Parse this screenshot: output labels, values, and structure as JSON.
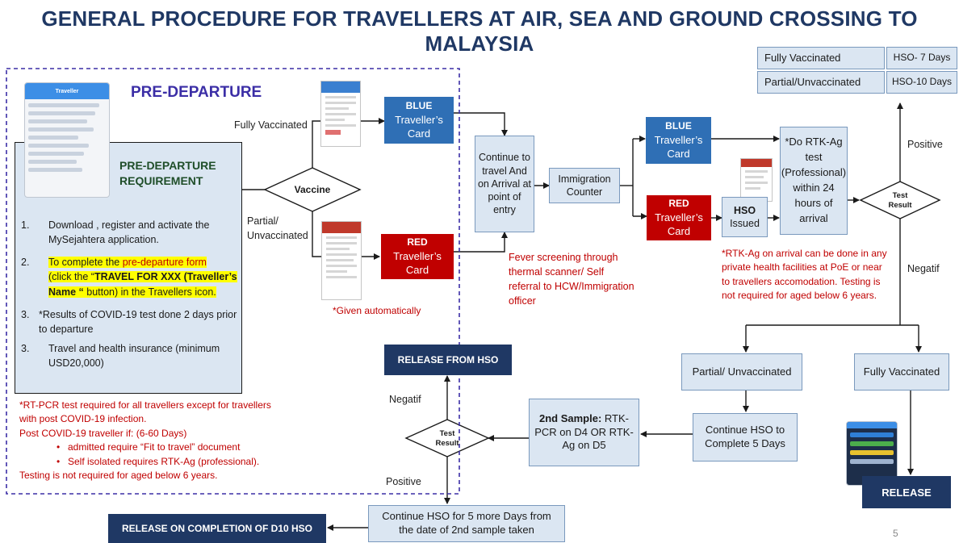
{
  "title": "GENERAL PROCEDURE FOR TRAVELLERS AT AIR, SEA AND GROUND CROSSING TO MALAYSIA",
  "hso_table": [
    {
      "status": "Fully Vaccinated",
      "duration": "HSO- 7 Days"
    },
    {
      "status": "Partial/Unvaccinated",
      "duration": "HSO-10 Days"
    }
  ],
  "predeparture": {
    "heading": "PRE-DEPARTURE",
    "phone_title": "Traveller",
    "requirement_line1": "PRE-DEPARTURE",
    "requirement_line2": "REQUIREMENT",
    "step1_num": "1.",
    "step1_text": "Download , register and activate the MySejahtera application.",
    "step2_num": "2.",
    "step2_a": "To complete the ",
    "step2_b": "pre-departure form",
    "step2_c": "(click the  “",
    "step2_d": "TRAVEL FOR XXX (Traveller’s Name “",
    "step2_e": " button) in the Travellers icon.",
    "step3_num": "3.",
    "step3_text": "*Results of COVID-19 test done 2 days prior to departure",
    "step4_num": "3.",
    "step4_text": "Travel and health insurance (minimum USD20,000)",
    "note_line1": "*RT-PCR test required for all travellers except for travellers with post COVID-19 infection.",
    "note_line2": "Post COVID-19 traveller if: (6-60 Days)",
    "note_bullet1": "admitted require “Fit to travel” document",
    "note_bullet2": "Self isolated requires RTK-Ag (professional).",
    "note_line3": "Testing is not required for aged below 6 years."
  },
  "vaccine": {
    "diamond": "Vaccine",
    "fully_label": "Fully Vaccinated",
    "partial_label": "Partial/ Unvaccinated",
    "blue_card_title": "BLUE",
    "blue_card_sub": "Traveller’s Card",
    "red_card_title": "RED",
    "red_card_sub": "Traveller’s Card",
    "given_note": "*Given automatically"
  },
  "arrival": {
    "continue_box": "Continue to travel And on Arrival at point of entry",
    "fever_note": "Fever screening through thermal scanner/ Self referral to HCW/Immigration officer",
    "immigration": "Immigration Counter",
    "blue_card_title": "BLUE",
    "blue_card_sub": "Traveller’s Card",
    "red_card_title": "RED",
    "red_card_sub": "Traveller’s Card",
    "hso_bold": "HSO",
    "hso_rest": "Issued",
    "rtk_box": "*Do RTK-Ag test (Professional) within 24 hours of arrival",
    "rtk_note": "*RTK-Ag on arrival can be done in any private health facilities at PoE or near to travellers accomodation. Testing is not required for aged below 6 years.",
    "test_result": "Test Result",
    "positive": "Positive",
    "negatif": "Negatif"
  },
  "release": {
    "partial_box": "Partial/ Unvaccinated",
    "fully_box": "Fully Vaccinated",
    "continue_hso": "Continue HSO to Complete 5 Days",
    "second_sample_bold": "2nd Sample:",
    "second_sample_rest": " RTK-PCR on D4 OR RTK-Ag on D5",
    "test_result": "Test Result",
    "negatif": "Negatif",
    "positive": "Positive",
    "release_from_hso": "RELEASE FROM HSO",
    "release": "RELEASE",
    "continue_more": "Continue HSO for 5 more Days from the date of 2nd sample taken",
    "release_d10": "RELEASE ON COMPLETION OF D10 HSO"
  },
  "page_number": "5",
  "colors": {
    "title": "#1f3864",
    "light_box": "#dbe6f2",
    "blue_card": "#2f6fb5",
    "red_card": "#c00000",
    "navy": "#1f3864",
    "note_red": "#c00000",
    "highlight": "#ffff00",
    "dashed_border": "#3b2ea6"
  }
}
